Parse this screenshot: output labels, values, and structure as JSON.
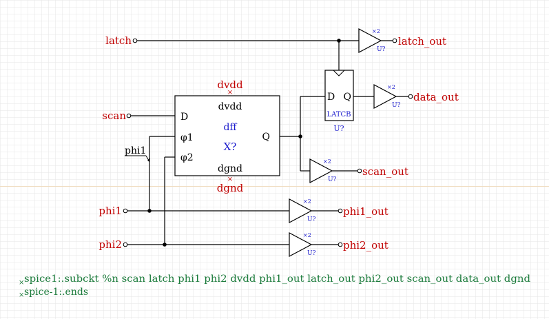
{
  "ports": {
    "latch": "latch",
    "scan": "scan",
    "phi1": "phi1",
    "phi2": "phi2",
    "latch_out": "latch_out",
    "data_out": "data_out",
    "scan_out": "scan_out",
    "phi1_out": "phi1_out",
    "phi2_out": "phi2_out"
  },
  "dff": {
    "supply_top": "dvdd",
    "supply_bottom": "dgnd",
    "pin_d": "D",
    "pin_phi1": "φ1",
    "pin_phi2": "φ2",
    "pin_q": "Q",
    "pin_vdd": "dvdd",
    "pin_gnd": "dgnd",
    "model": "dff",
    "ref": "X?"
  },
  "latch_block": {
    "pin_d": "D",
    "pin_q": "Q",
    "name": "LATCB",
    "ref": "U?"
  },
  "buffers": {
    "strength": "×2",
    "ref": "U?"
  },
  "net_label": "phi1",
  "spice": [
    "spice1:.subckt %n scan latch phi1 phi2 dvdd phi1_out latch_out phi2_out scan_out data_out dgnd",
    "spice-1:.ends"
  ],
  "colors": {
    "port": "#c00000",
    "ref": "#1a1acc",
    "spice": "#1a7a3a",
    "grid": "#e6e6e6",
    "axis": "#f0dcc0"
  }
}
